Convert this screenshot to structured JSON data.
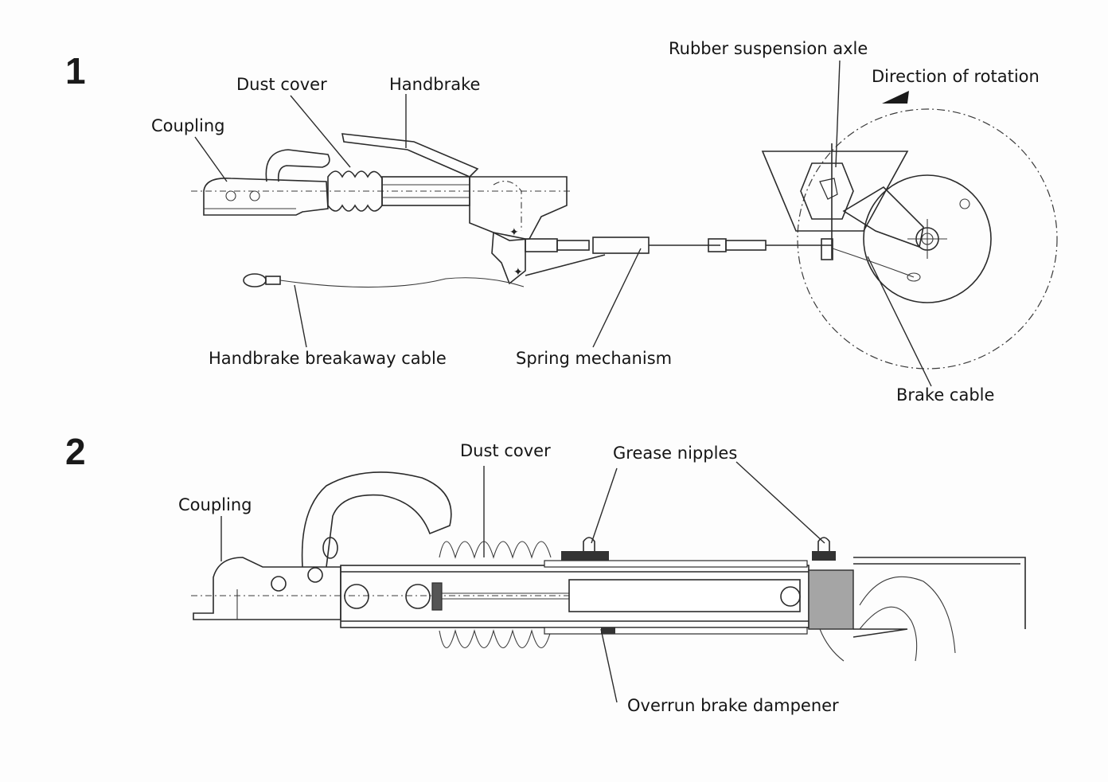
{
  "figure1": {
    "number": "1",
    "labels": {
      "rubber_suspension_axle": "Rubber suspension axle",
      "direction_of_rotation": "Direction of rotation",
      "dust_cover": "Dust cover",
      "handbrake": "Handbrake",
      "coupling": "Coupling",
      "handbrake_breakaway_cable": "Handbrake breakaway cable",
      "spring_mechanism": "Spring mechanism",
      "brake_cable": "Brake cable"
    }
  },
  "figure2": {
    "number": "2",
    "labels": {
      "dust_cover": "Dust cover",
      "grease_nipples": "Grease nipples",
      "coupling": "Coupling",
      "overrun_brake_dampener": "Overrun brake dampener"
    }
  },
  "colors": {
    "line": "#2b2b2b",
    "gray_fill": "#9a9a9a",
    "dark_fill": "#555555",
    "background": "#fdfdfd"
  }
}
